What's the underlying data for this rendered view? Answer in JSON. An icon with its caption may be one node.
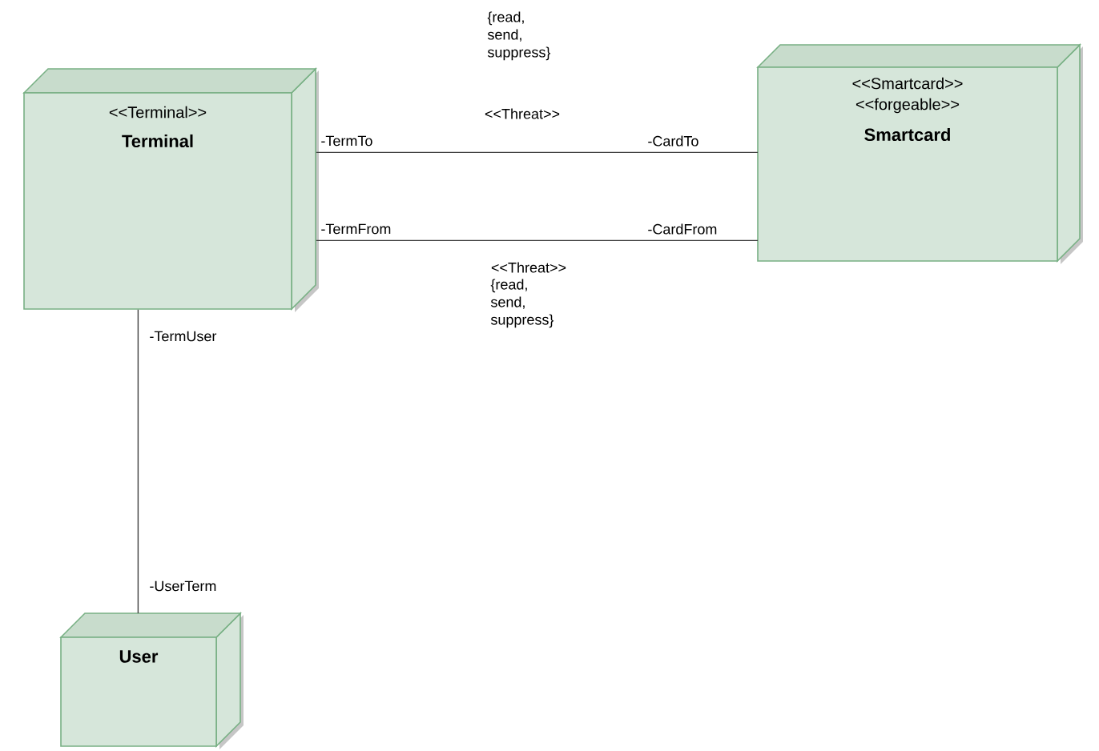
{
  "diagram": {
    "nodes": [
      {
        "text": [
          "<<Terminal>>",
          "Terminal"
        ]
      },
      {
        "text": [
          "<<Smartcard>>",
          "<<forgeable>>",
          "Smartcard"
        ]
      },
      {
        "text": [
          "User"
        ]
      }
    ],
    "edges": [
      {
        "from": 0,
        "to": 1,
        "arrow": "none",
        "label": "<<Threat>>"
      },
      {
        "from": 0,
        "to": 1,
        "arrow": "none",
        "label": "<<Threat>>"
      },
      {
        "from": 0,
        "to": 2,
        "arrow": "none"
      }
    ],
    "labels": [
      "{read, send, suppress}",
      "-TermTo",
      "-CardTo",
      "-TermFrom",
      "-CardFrom",
      "{read, send, suppress}",
      "-TermUser",
      "-UserTerm"
    ]
  }
}
